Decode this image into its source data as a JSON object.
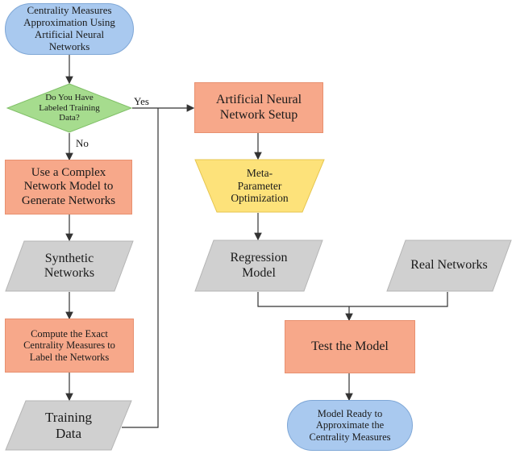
{
  "nodes": {
    "start": "Centrality Measures Approximation Using Artificial Neural Networks",
    "decision": "Do You Have Labeled Training Data?",
    "generate": "Use a Complex Network Model to Generate Networks",
    "synthetic": "Synthetic Networks",
    "compute": "Compute the Exact Centrality Measures to Label the Networks",
    "training": "Training Data",
    "ann_setup": "Artificial Neural Network Setup",
    "meta": "Meta-Parameter Optimization",
    "regression": "Regression Model",
    "real": "Real Networks",
    "test": "Test the Model",
    "end": "Model Ready to Approximate the Centrality Measures"
  },
  "edge_labels": {
    "yes": "Yes",
    "no": "No"
  },
  "colors": {
    "process": "#f7a88a",
    "terminal": "#a9c9ef",
    "decision": "#a6dc8e",
    "data": "#d0d0d0",
    "optimization": "#fde27a",
    "line": "#333333"
  }
}
